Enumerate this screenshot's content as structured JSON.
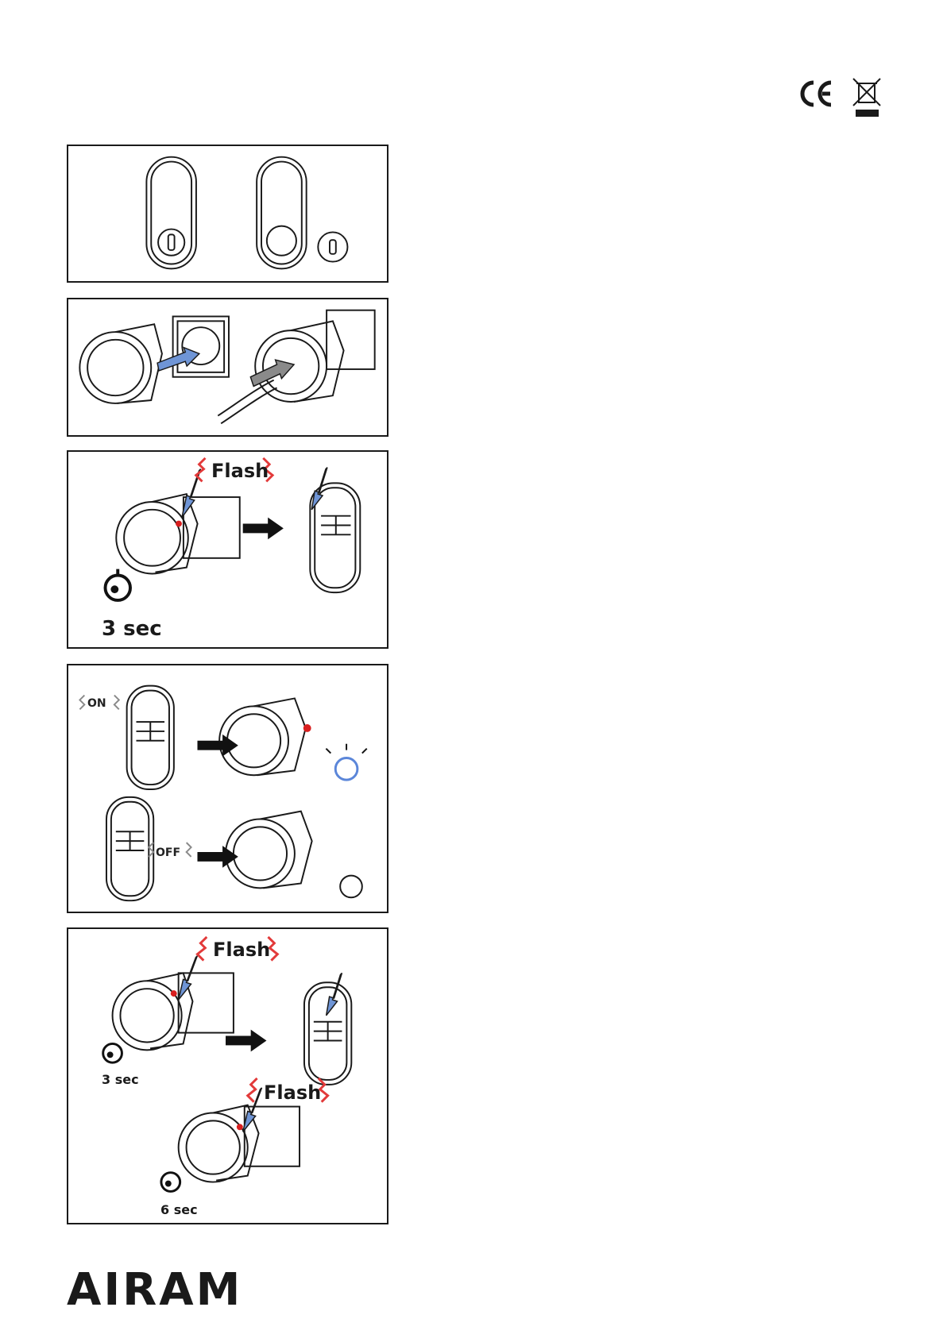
{
  "brand": {
    "logo": "AIRAM"
  },
  "compliance": {
    "ce_mark": "CE",
    "weee_icon": "crossed-out-wheelie-bin-icon"
  },
  "panels": [
    {
      "id": "cover-removal",
      "icon": "remote-battery-cover-icon"
    },
    {
      "id": "plug-in",
      "icon": "socket-plug-in-icon"
    },
    {
      "id": "pairing",
      "flash_label": "Flash",
      "timer_label": "3 sec"
    },
    {
      "id": "on-off",
      "on_label": "ON",
      "off_label": "OFF"
    },
    {
      "id": "reset",
      "flash_label_1": "Flash",
      "timer_label_1": "3 sec",
      "flash_label_2": "Flash",
      "timer_label_2": "6 sec"
    }
  ],
  "colors": {
    "arrow_blue": "#6f95d6",
    "flash_red": "#e23a3a",
    "led_red": "#d81f1f",
    "bulb_blue": "#5b86d9"
  }
}
